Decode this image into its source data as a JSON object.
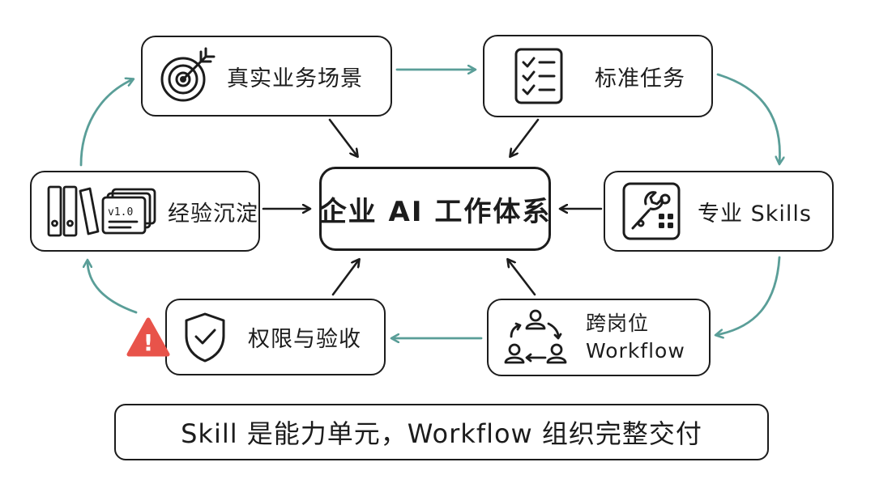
{
  "core": {
    "label": "企业 AI 工作体系"
  },
  "nodes": {
    "scene": {
      "label": "真实业务场景",
      "icon": "target-icon"
    },
    "task": {
      "label": "标准任务",
      "icon": "checklist-icon"
    },
    "skills": {
      "label": "专业 Skills",
      "icon": "tools-icon"
    },
    "flow": {
      "label_line1": "跨岗位",
      "label_line2": "Workflow",
      "icon": "people-cycle-icon"
    },
    "perm": {
      "label": "权限与验收",
      "icon": "shield-check-icon"
    },
    "exp": {
      "label": "经验沉淀",
      "icon": "binders-versions-icon",
      "version_tag": "v1.0"
    }
  },
  "warning": {
    "icon": "warning-icon",
    "symbol": "!"
  },
  "footer": {
    "text": "Skill 是能力单元，Workflow 组织完整交付"
  },
  "colors": {
    "cycle_arrow": "#5a9e98",
    "inner_arrow": "#1c1c1c",
    "warning": "#e8534a",
    "ink": "#1c1c1c"
  }
}
